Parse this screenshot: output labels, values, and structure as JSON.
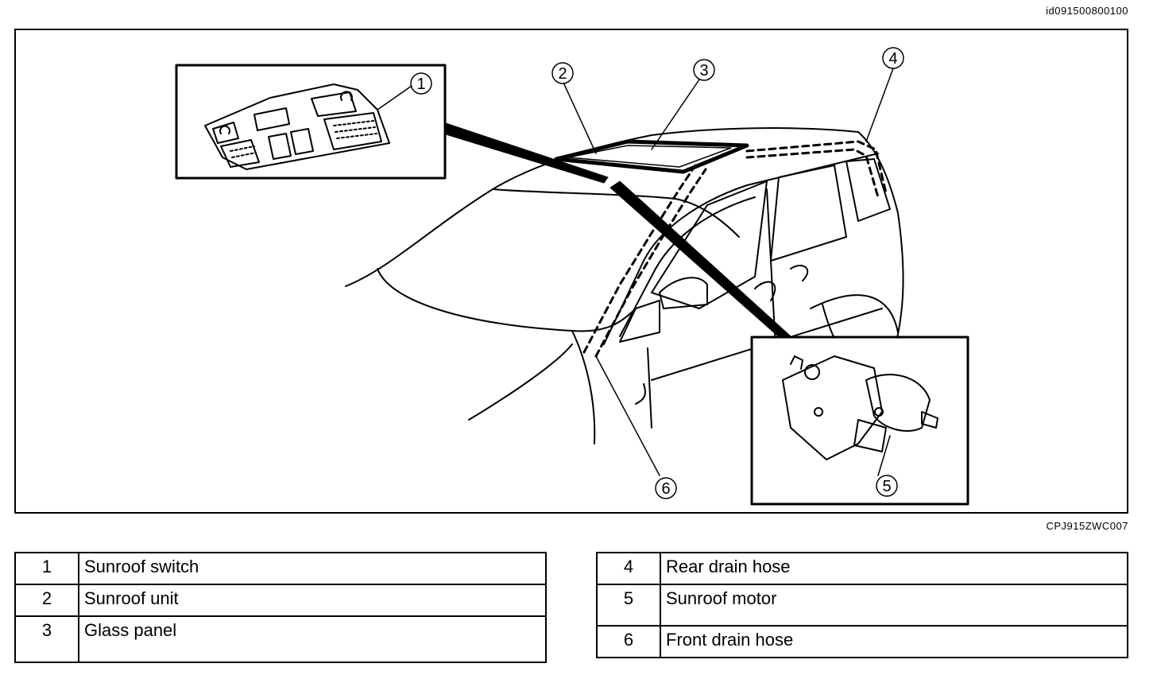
{
  "document_id": "id091500800100",
  "figure_code": "CPJ915ZWC007",
  "callouts": [
    "1",
    "2",
    "3",
    "4",
    "5",
    "6"
  ],
  "legend_left": [
    {
      "num": "1",
      "label": "Sunroof switch"
    },
    {
      "num": "2",
      "label": "Sunroof unit"
    },
    {
      "num": "3",
      "label": "Glass panel"
    }
  ],
  "legend_right": [
    {
      "num": "4",
      "label": "Rear drain hose"
    },
    {
      "num": "5",
      "label": "Sunroof motor"
    },
    {
      "num": "6",
      "label": "Front drain hose"
    }
  ]
}
